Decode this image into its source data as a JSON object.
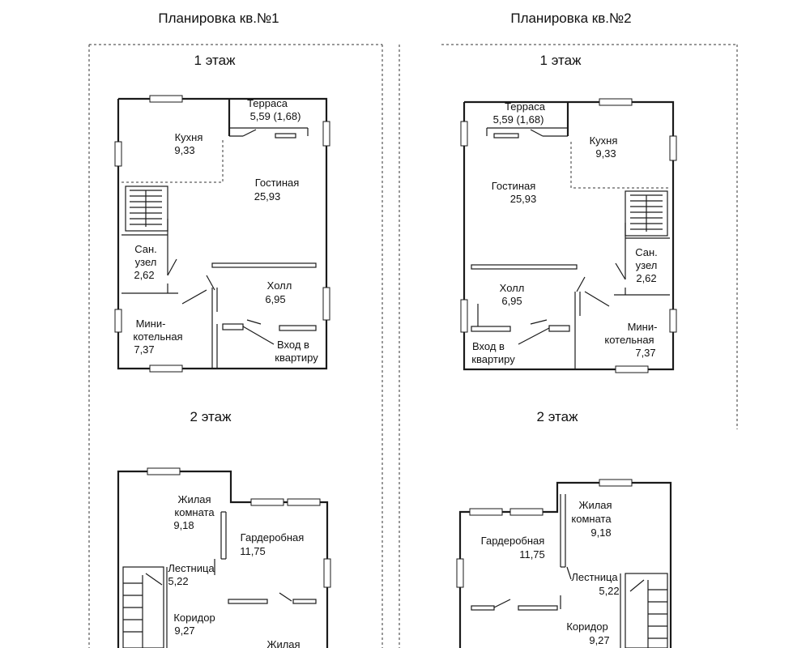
{
  "plan1": {
    "title": "Планировка кв.№1",
    "floor1_label": "1 этаж",
    "floor2_label": "2 этаж",
    "rooms1": {
      "terrace_name": "Терраса",
      "terrace_area": "5,59 (1,68)",
      "kitchen_name": "Кухня",
      "kitchen_area": "9,33",
      "living_name": "Гостиная",
      "living_area": "25,93",
      "bath_name1": "Сан.",
      "bath_name2": "узел",
      "bath_area": "2,62",
      "hall_name": "Холл",
      "hall_area": "6,95",
      "boiler_name1": "Мини-",
      "boiler_name2": "котельная",
      "boiler_area": "7,37",
      "entry1": "Вход в",
      "entry2": "квартиру"
    },
    "rooms2": {
      "bedroom_name1": "Жилая",
      "bedroom_name2": "комната",
      "bedroom_area": "9,18",
      "wardrobe_name": "Гардеробная",
      "wardrobe_area": "11,75",
      "stairs_name": "Лестница",
      "stairs_area": "5,22",
      "corridor_name": "Коридор",
      "corridor_area": "9,27",
      "bedroom2_name": "Жилая"
    }
  },
  "plan2": {
    "title": "Планировка кв.№2",
    "floor1_label": "1 этаж",
    "floor2_label": "2 этаж",
    "rooms1": {
      "terrace_name": "Терраса",
      "terrace_area": "5,59 (1,68)",
      "kitchen_name": "Кухня",
      "kitchen_area": "9,33",
      "living_name": "Гостиная",
      "living_area": "25,93",
      "bath_name1": "Сан.",
      "bath_name2": "узел",
      "bath_area": "2,62",
      "hall_name": "Холл",
      "hall_area": "6,95",
      "boiler_name1": "Мини-",
      "boiler_name2": "котельная",
      "boiler_area": "7,37",
      "entry1": "Вход в",
      "entry2": "квартиру"
    },
    "rooms2": {
      "bedroom_name1": "Жилая",
      "bedroom_name2": "комната",
      "bedroom_area": "9,18",
      "wardrobe_name": "Гардеробная",
      "wardrobe_area": "11,75",
      "stairs_name": "Лестница",
      "stairs_area": "5,22",
      "corridor_name": "Коридор",
      "corridor_area": "9,27"
    }
  }
}
